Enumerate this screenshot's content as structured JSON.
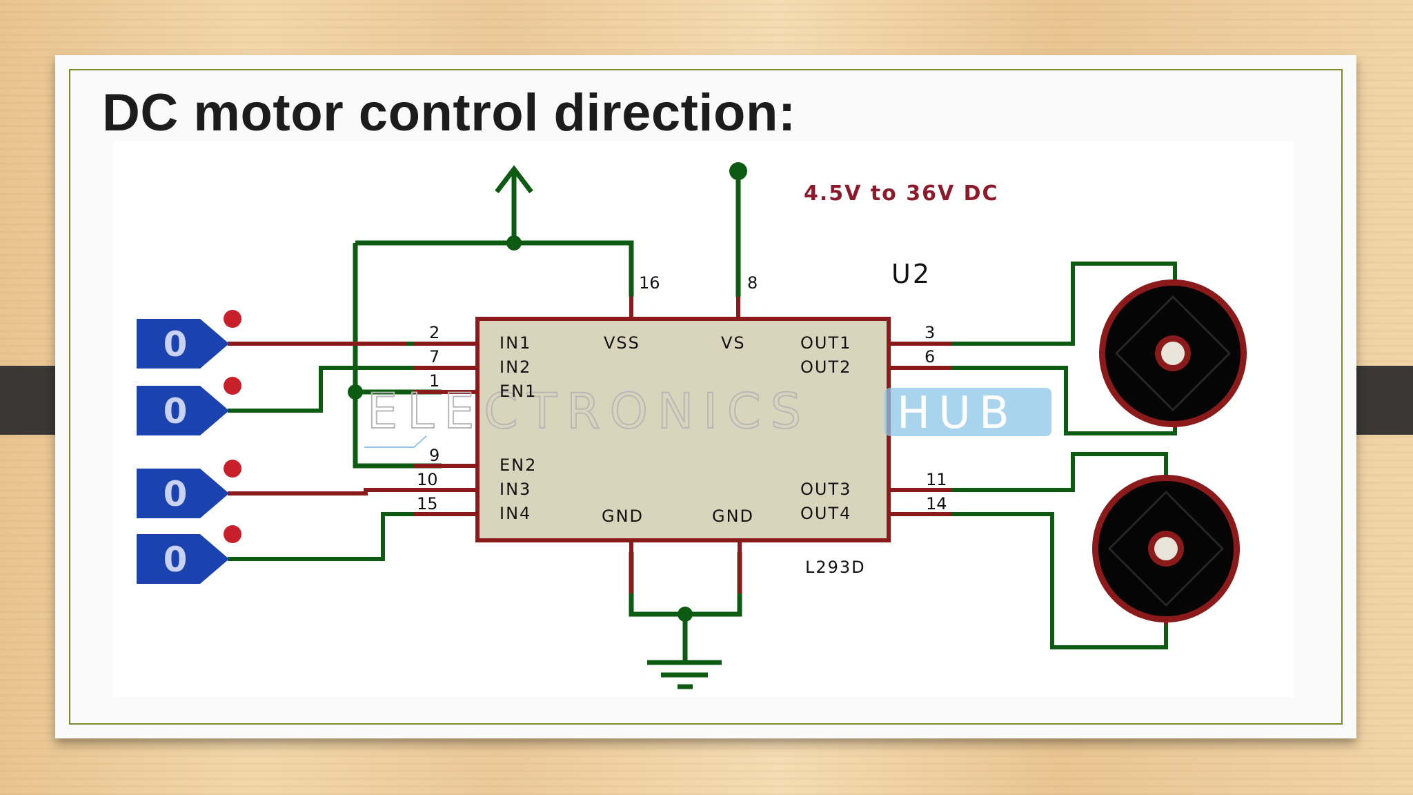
{
  "slide": {
    "title": "DC motor control direction:"
  },
  "schematic": {
    "supply_label": "4.5V to 36V DC",
    "chip_ref": "U2",
    "chip_part": "L293D",
    "watermark": {
      "left": "ELECTRONICS",
      "right": "HUB"
    },
    "logic_inputs": [
      {
        "value": "0"
      },
      {
        "value": "0"
      },
      {
        "value": "0"
      },
      {
        "value": "0"
      }
    ],
    "pins_left": [
      {
        "name": "IN1",
        "number": "2"
      },
      {
        "name": "IN2",
        "number": "7"
      },
      {
        "name": "EN1",
        "number": "1"
      },
      {
        "name": "EN2",
        "number": "9"
      },
      {
        "name": "IN3",
        "number": "10"
      },
      {
        "name": "IN4",
        "number": "15"
      }
    ],
    "pins_right": [
      {
        "name": "OUT1",
        "number": "3"
      },
      {
        "name": "OUT2",
        "number": "6"
      },
      {
        "name": "OUT3",
        "number": "11"
      },
      {
        "name": "OUT4",
        "number": "14"
      }
    ],
    "pins_top": [
      {
        "name": "VSS",
        "number": "16"
      },
      {
        "name": "VS",
        "number": "8"
      }
    ],
    "pins_bottom": [
      {
        "name": "GND"
      },
      {
        "name": "GND"
      }
    ],
    "colors": {
      "wire_green": "#0d5a12",
      "wire_red": "#8b1a1a",
      "chip_fill": "#d9d5bd",
      "input_blue": "#1b43b0"
    }
  }
}
